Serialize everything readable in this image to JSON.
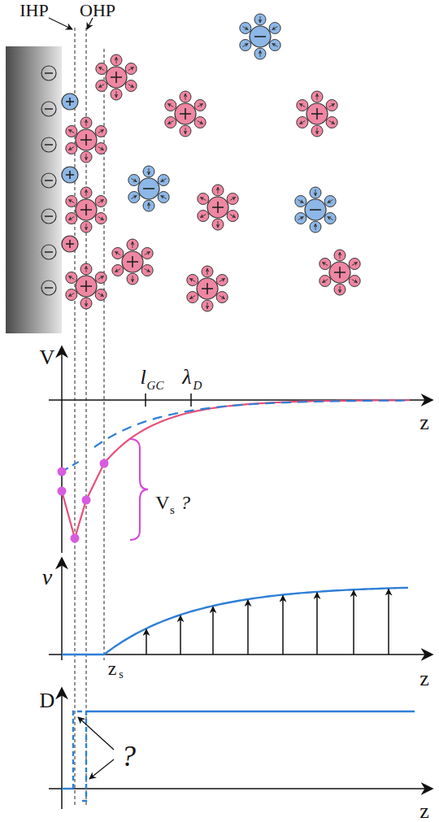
{
  "diagram": {
    "labels": [
      "IHP",
      "OHP",
      "V",
      "l",
      "GC",
      "λ",
      "D",
      "z",
      "V",
      "s",
      "?",
      "v",
      "z",
      "s",
      "z",
      "D",
      "?",
      "z"
    ]
  }
}
